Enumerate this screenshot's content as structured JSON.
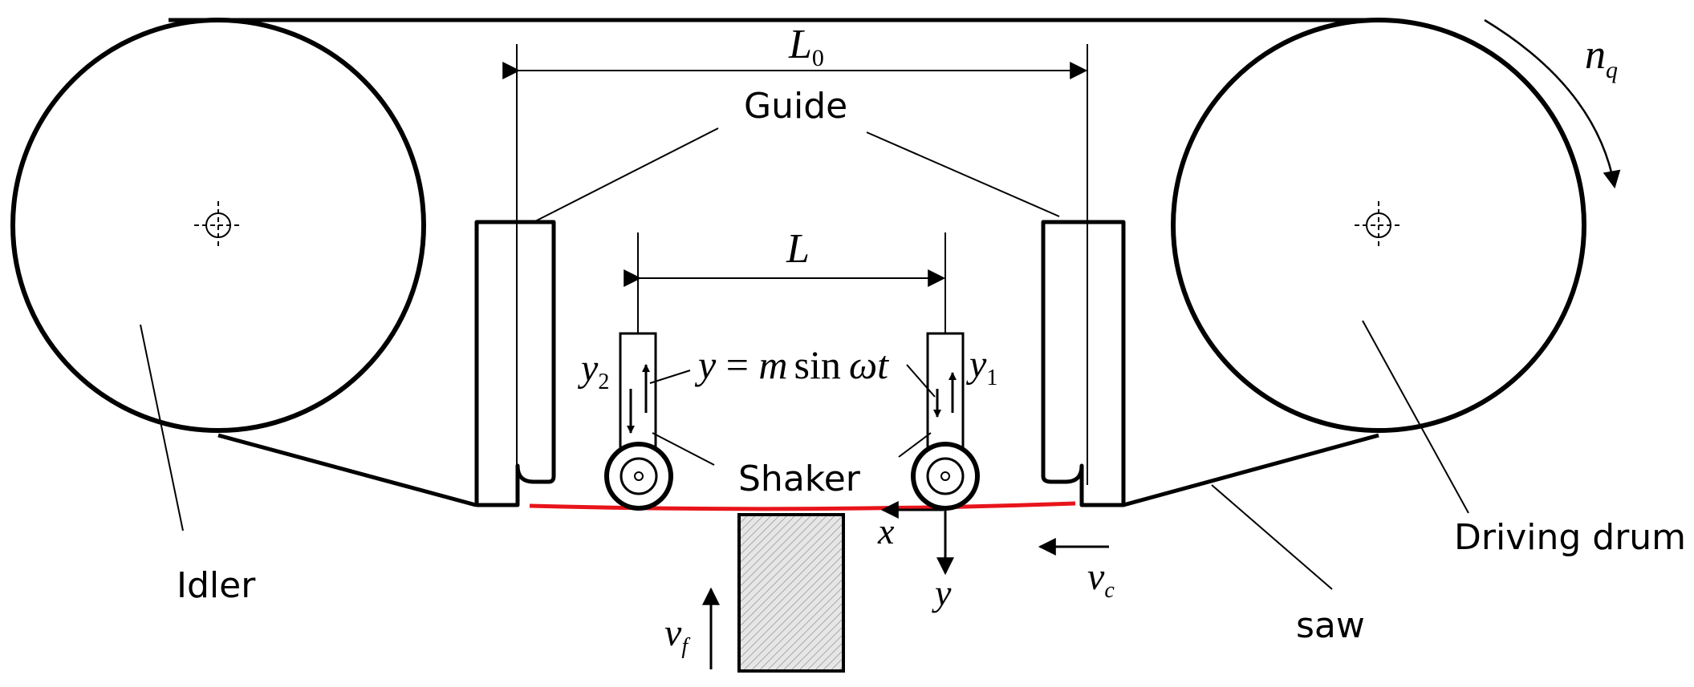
{
  "labels": {
    "l0": "L",
    "l0_sub": "0",
    "guide": "Guide",
    "l": "L",
    "nq": "n",
    "nq_sub": "q",
    "y2": "y",
    "y2_sub": "2",
    "y1": "y",
    "y1_sub": "1",
    "eq_y": "y",
    "eq_eq": " = ",
    "eq_m": "m",
    "eq_sin": "sin",
    "eq_wt": "ωt",
    "shaker": "Shaker",
    "x": "x",
    "y": "y",
    "vc": "v",
    "vc_sub": "c",
    "vf": "v",
    "vf_sub": "f",
    "idler": "Idler",
    "driving_drum": "Driving drum",
    "saw": "saw"
  },
  "colors": {
    "line": "#000000",
    "blade": "#e8141b",
    "hatch": "#9a9a9a",
    "hatch_bg": "#e6e6e6"
  }
}
